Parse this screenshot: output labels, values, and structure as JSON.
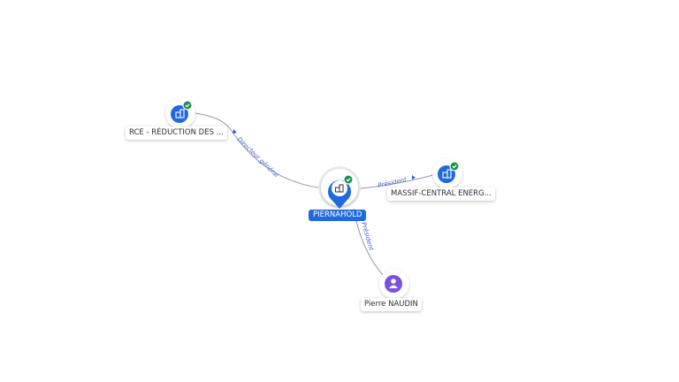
{
  "nodes": {
    "main": {
      "label": "PIERNAHOLD",
      "type": "company",
      "icon": "building-icon",
      "verified": true
    },
    "rce": {
      "label": "RCE - RÉDUCTION DES ...",
      "type": "company",
      "icon": "building-icon",
      "verified": true
    },
    "massif": {
      "label": "MASSIF-CENTRAL ENERG...",
      "type": "company",
      "icon": "building-icon",
      "verified": true
    },
    "pierre": {
      "label": "Pierre NAUDIN",
      "type": "person",
      "icon": "person-icon",
      "verified": false
    }
  },
  "edges": {
    "main_rce": {
      "label": "Directeur général"
    },
    "main_massif": {
      "label": "Président"
    },
    "pierre_main": {
      "label": "Président"
    }
  },
  "colors": {
    "company": "#1f6ae0",
    "person": "#7b4fe0",
    "verified": "#1e8f4e",
    "edge": "#8f98a8",
    "edge_label": "#4a63c8"
  }
}
